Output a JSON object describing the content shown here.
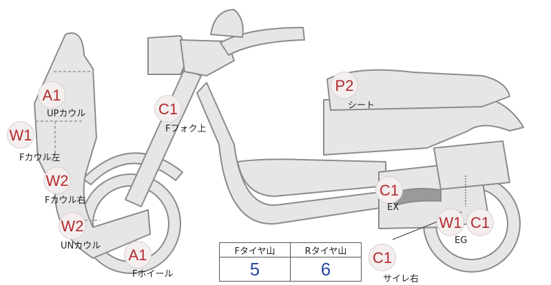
{
  "parts": [
    {
      "id": "up-cowl",
      "code": "A1",
      "label": "UPカウル"
    },
    {
      "id": "f-cowl-left",
      "code": "W1",
      "label": "Fカウル左"
    },
    {
      "id": "f-cowl-right",
      "code": "W2",
      "label": "Fカウル右"
    },
    {
      "id": "un-cowl",
      "code": "W2",
      "label": "UNカウル"
    },
    {
      "id": "f-wheel",
      "code": "A1",
      "label": "Fホイール"
    },
    {
      "id": "f-fork-upper",
      "code": "C1",
      "label": "Fフォク上"
    },
    {
      "id": "seat",
      "code": "P2",
      "label": "シート"
    },
    {
      "id": "ex",
      "code": "C1",
      "label": "EX"
    },
    {
      "id": "eg",
      "codes": [
        "W1",
        "C1"
      ],
      "label": "EG"
    },
    {
      "id": "silencer-right",
      "code": "C1",
      "label": "サイレ右"
    }
  ],
  "tire_table": {
    "headers": [
      "Fタイヤ山",
      "Rタイヤ山"
    ],
    "values": [
      "5",
      "6"
    ]
  },
  "colors": {
    "body_fill": "#e6e6e6",
    "body_stroke": "#8a8a8a",
    "marker_text": "#b2292e",
    "table_value": "#2a4aa0"
  }
}
